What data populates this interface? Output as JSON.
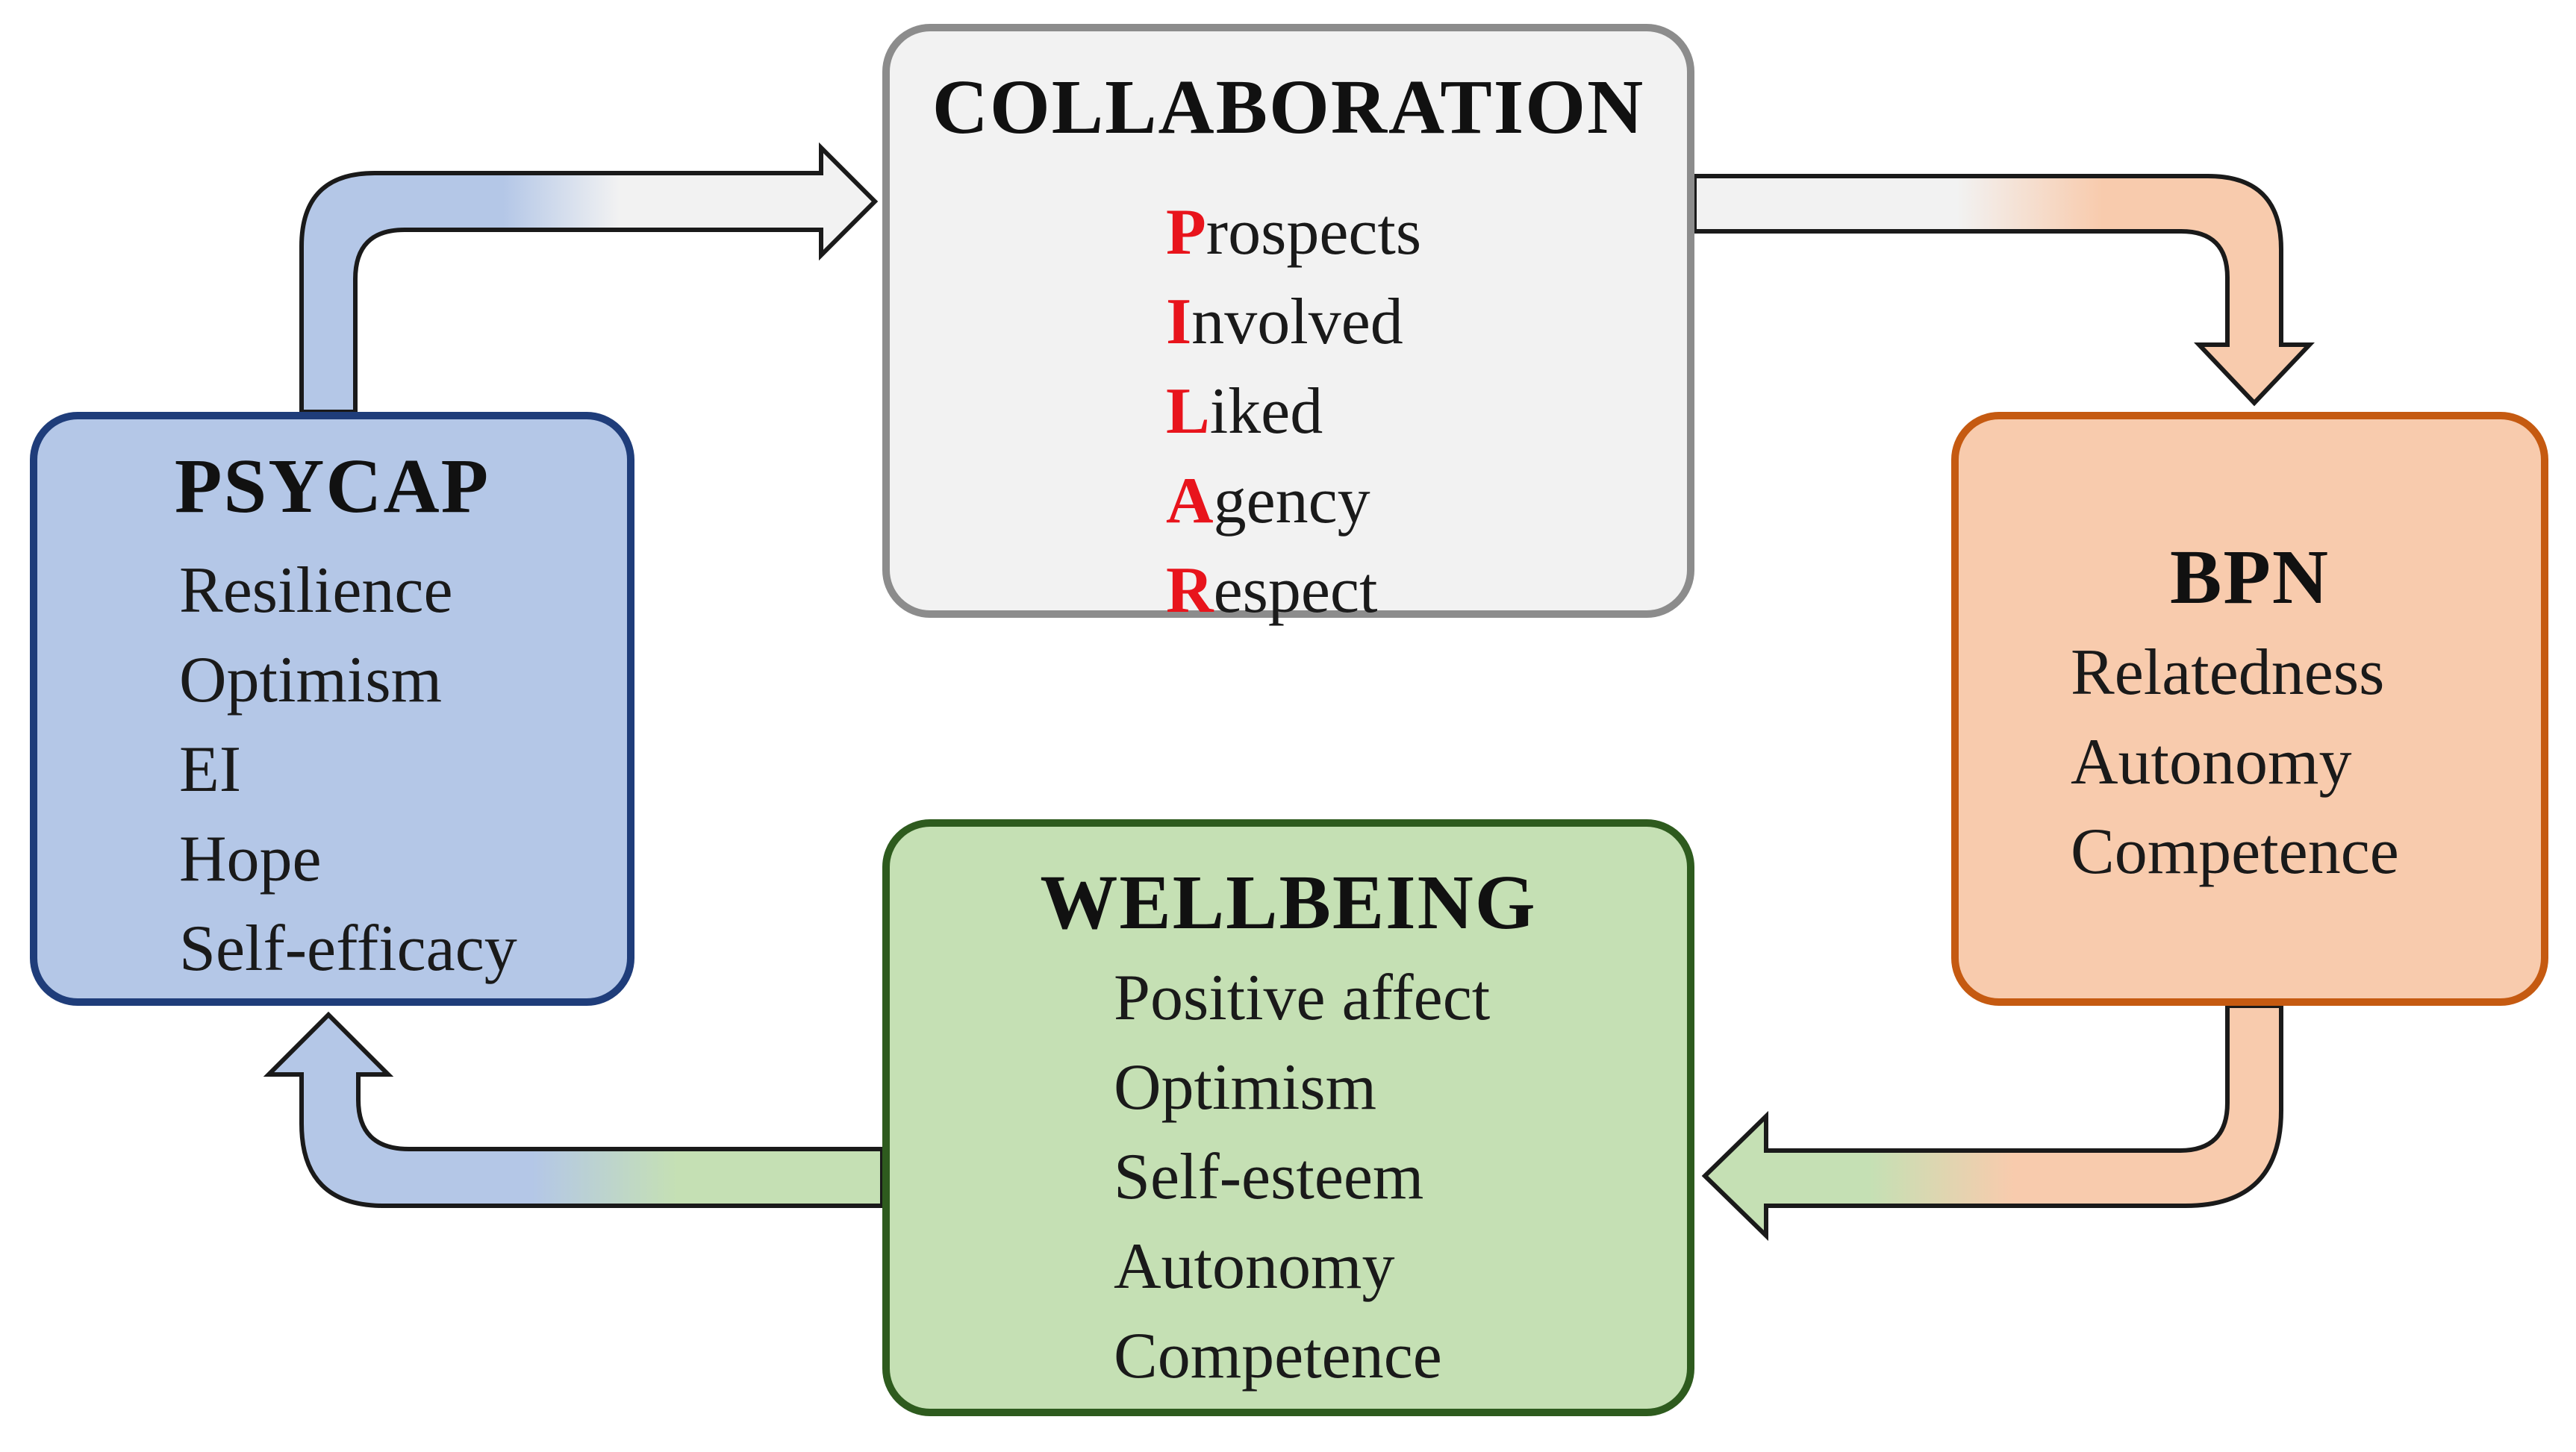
{
  "boxes": {
    "collaboration": {
      "title": "COLLABORATION",
      "items": [
        {
          "initial": "P",
          "rest": "rospects"
        },
        {
          "initial": "I",
          "rest": "nvolved"
        },
        {
          "initial": "L",
          "rest": "iked"
        },
        {
          "initial": "A",
          "rest": "gency"
        },
        {
          "initial": "R",
          "rest": "espect"
        }
      ]
    },
    "psycap": {
      "title": "PSYCAP",
      "items": [
        "Resilience",
        "Optimism",
        "EI",
        "Hope",
        "Self-efficacy"
      ]
    },
    "bpn": {
      "title": "BPN",
      "items": [
        "Relatedness",
        "Autonomy",
        "Competence"
      ]
    },
    "wellbeing": {
      "title": "WELLBEING",
      "items": [
        "Positive affect",
        "Optimism",
        "Self-esteem",
        "Autonomy",
        "Competence"
      ]
    }
  },
  "colors": {
    "psycap_fill": "#b4c7e7",
    "psycap_border": "#1f3d7a",
    "collab_fill": "#f2f2f2",
    "collab_border": "#8c8c8c",
    "bpn_fill": "#f8cbad",
    "bpn_border": "#c55a11",
    "wellbeing_fill": "#c5e0b4",
    "wellbeing_border": "#2e5b1e",
    "acronym_letter": "#e8141c"
  }
}
